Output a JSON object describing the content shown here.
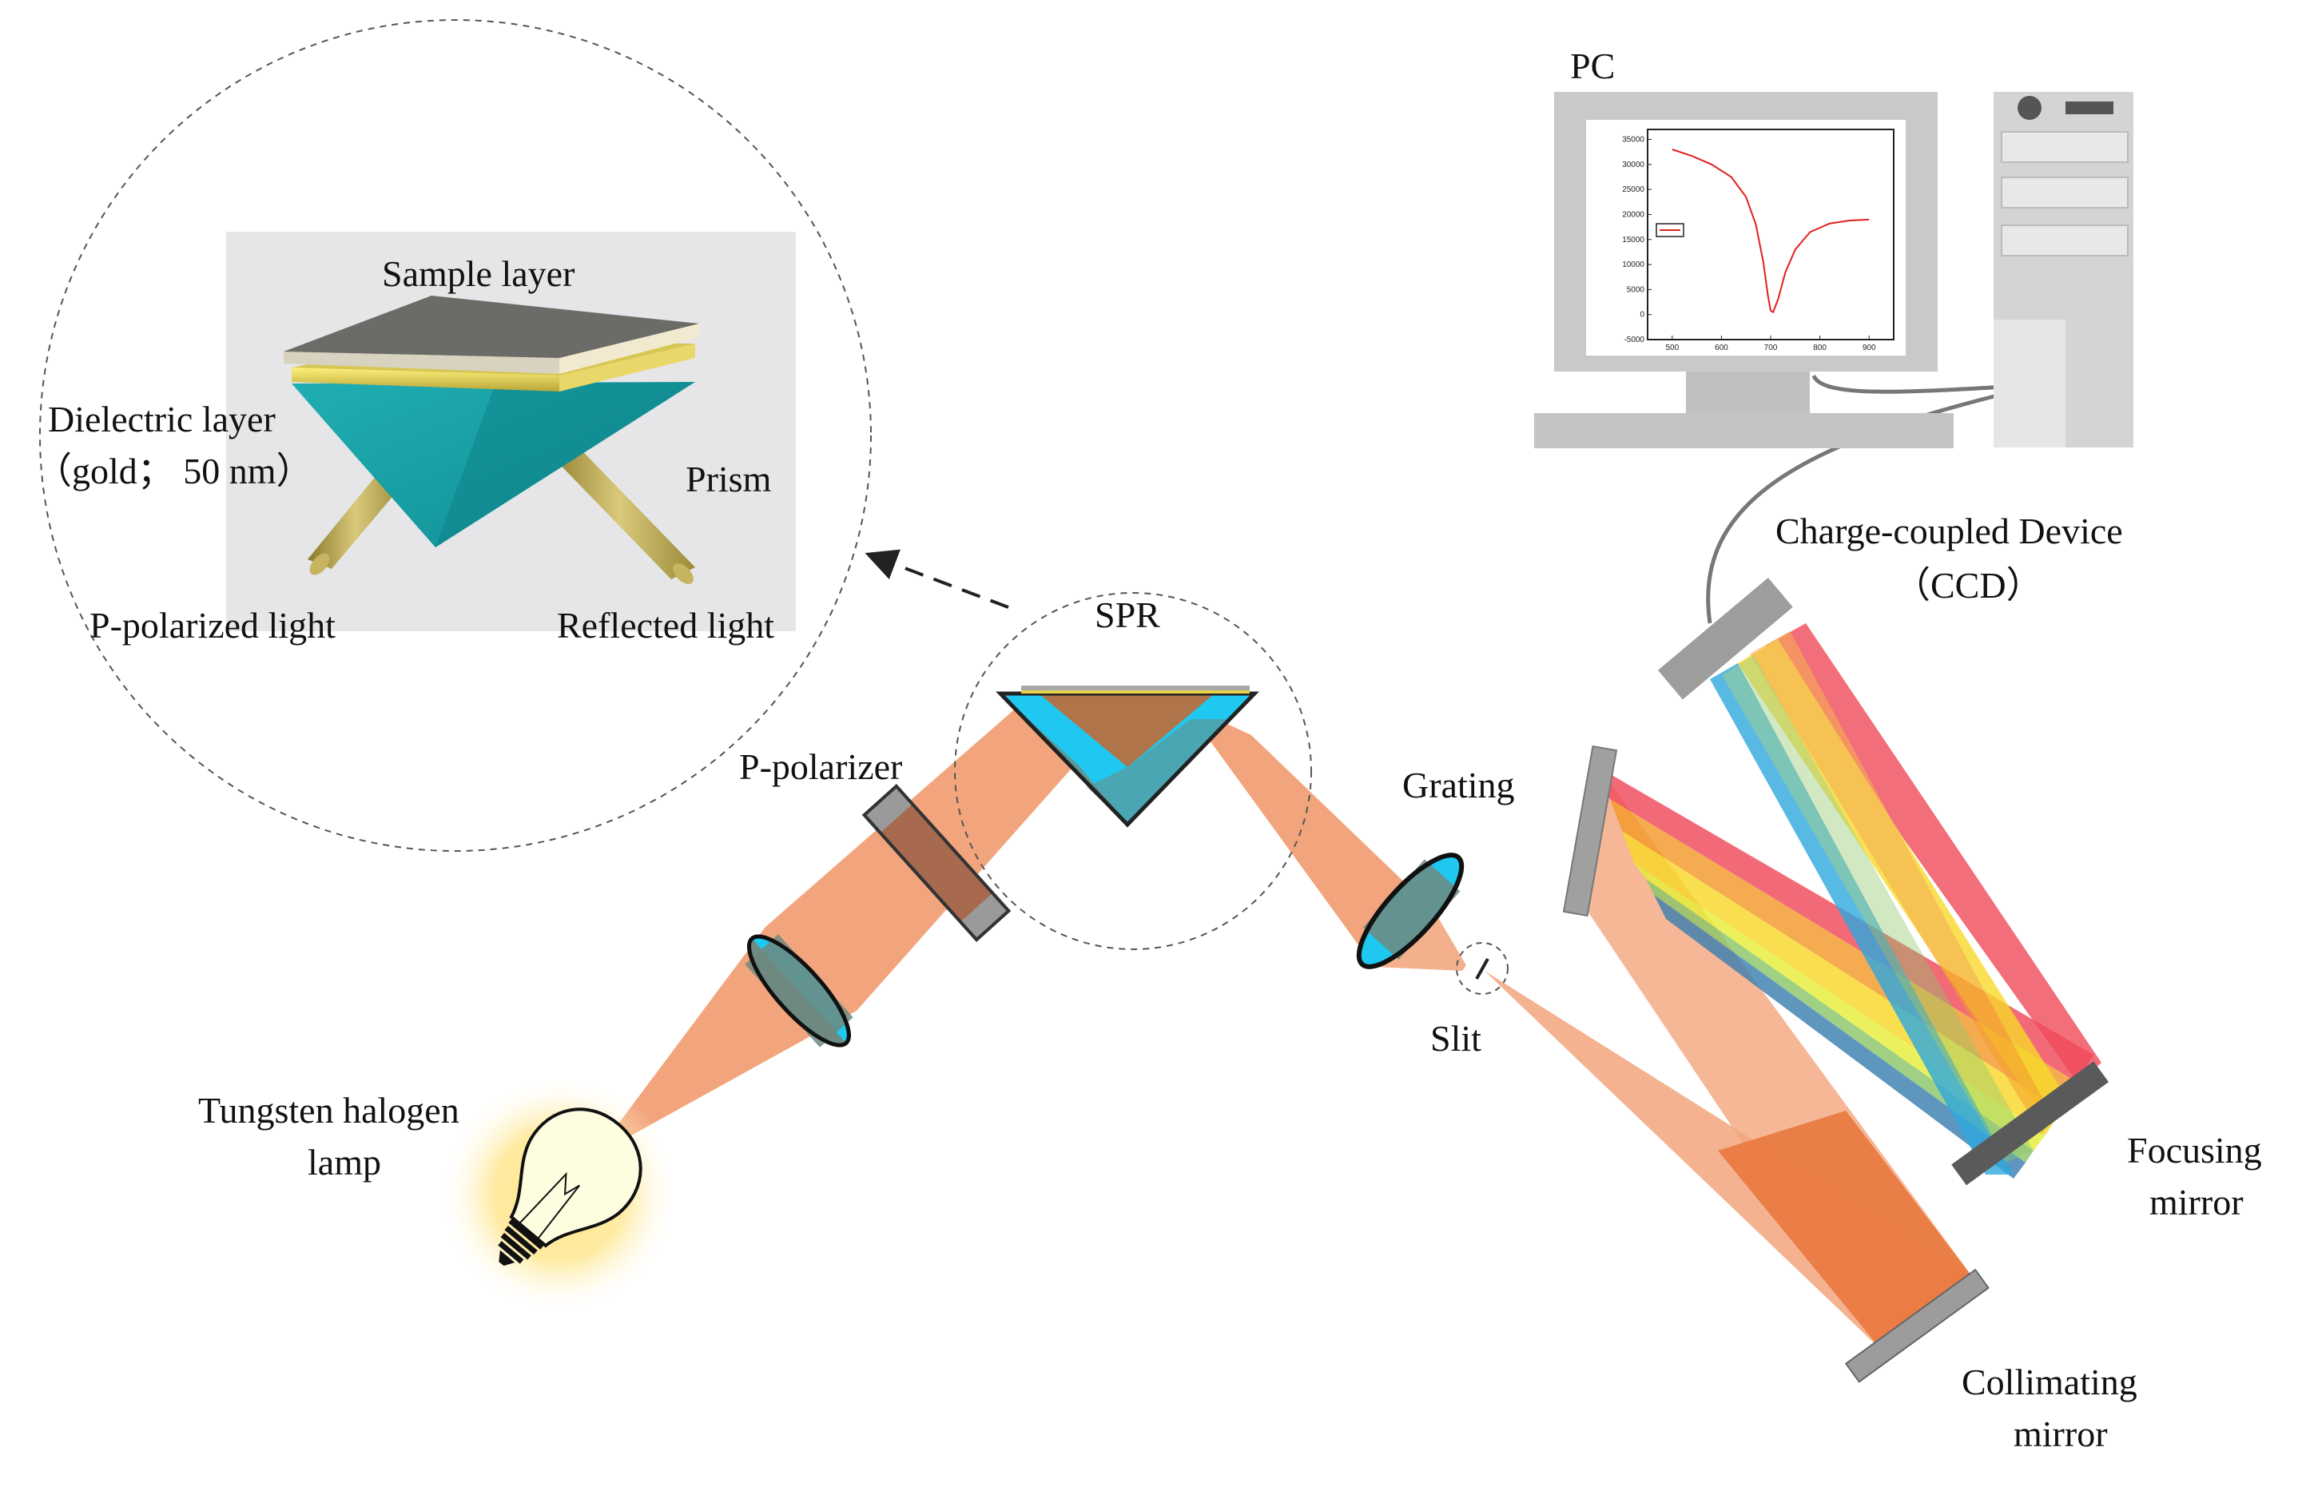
{
  "labels": {
    "pc": "PC",
    "sample_layer": "Sample layer",
    "dielectric_line1": "Dielectric layer",
    "dielectric_line2": "（gold； 50 nm）",
    "prism": "Prism",
    "p_polarized_light": "P-polarized light",
    "reflected_light": "Reflected light",
    "spr": "SPR",
    "p_polarizer": "P-polarizer",
    "grating": "Grating",
    "ccd_line1": "Charge-coupled Device",
    "ccd_line2": "（CCD）",
    "slit": "Slit",
    "lamp_line1": "Tungsten halogen",
    "lamp_line2": "lamp",
    "focusing_line1": "Focusing",
    "focusing_line2": "mirror",
    "collimating_line1": "Collimating",
    "collimating_line2": "mirror"
  },
  "monitor_chart": {
    "type": "line",
    "x_ticks": [
      "500",
      "600",
      "700",
      "800",
      "900"
    ],
    "y_ticks": [
      "35000",
      "30000",
      "25000",
      "20000",
      "15000",
      "10000",
      "5000",
      "0",
      "-5000"
    ],
    "xlim": [
      450,
      950
    ],
    "ylim": [
      -5000,
      37000
    ],
    "series": [
      {
        "x": [
          500,
          540,
          580,
          620,
          650,
          670,
          685,
          695,
          700,
          705,
          715,
          730,
          750,
          780,
          820,
          860,
          900
        ],
        "y": [
          33000,
          31700,
          30000,
          27500,
          23500,
          18000,
          10500,
          3500,
          800,
          500,
          3000,
          8500,
          13000,
          16500,
          18200,
          18800,
          19000
        ]
      }
    ]
  },
  "colors": {
    "beam": "#f2a57c",
    "prism_fill": "#1ec8f0",
    "lens_fill": "#6f8a80",
    "curve": "#e0201e",
    "ccd_gray": "#9d9d9d"
  }
}
